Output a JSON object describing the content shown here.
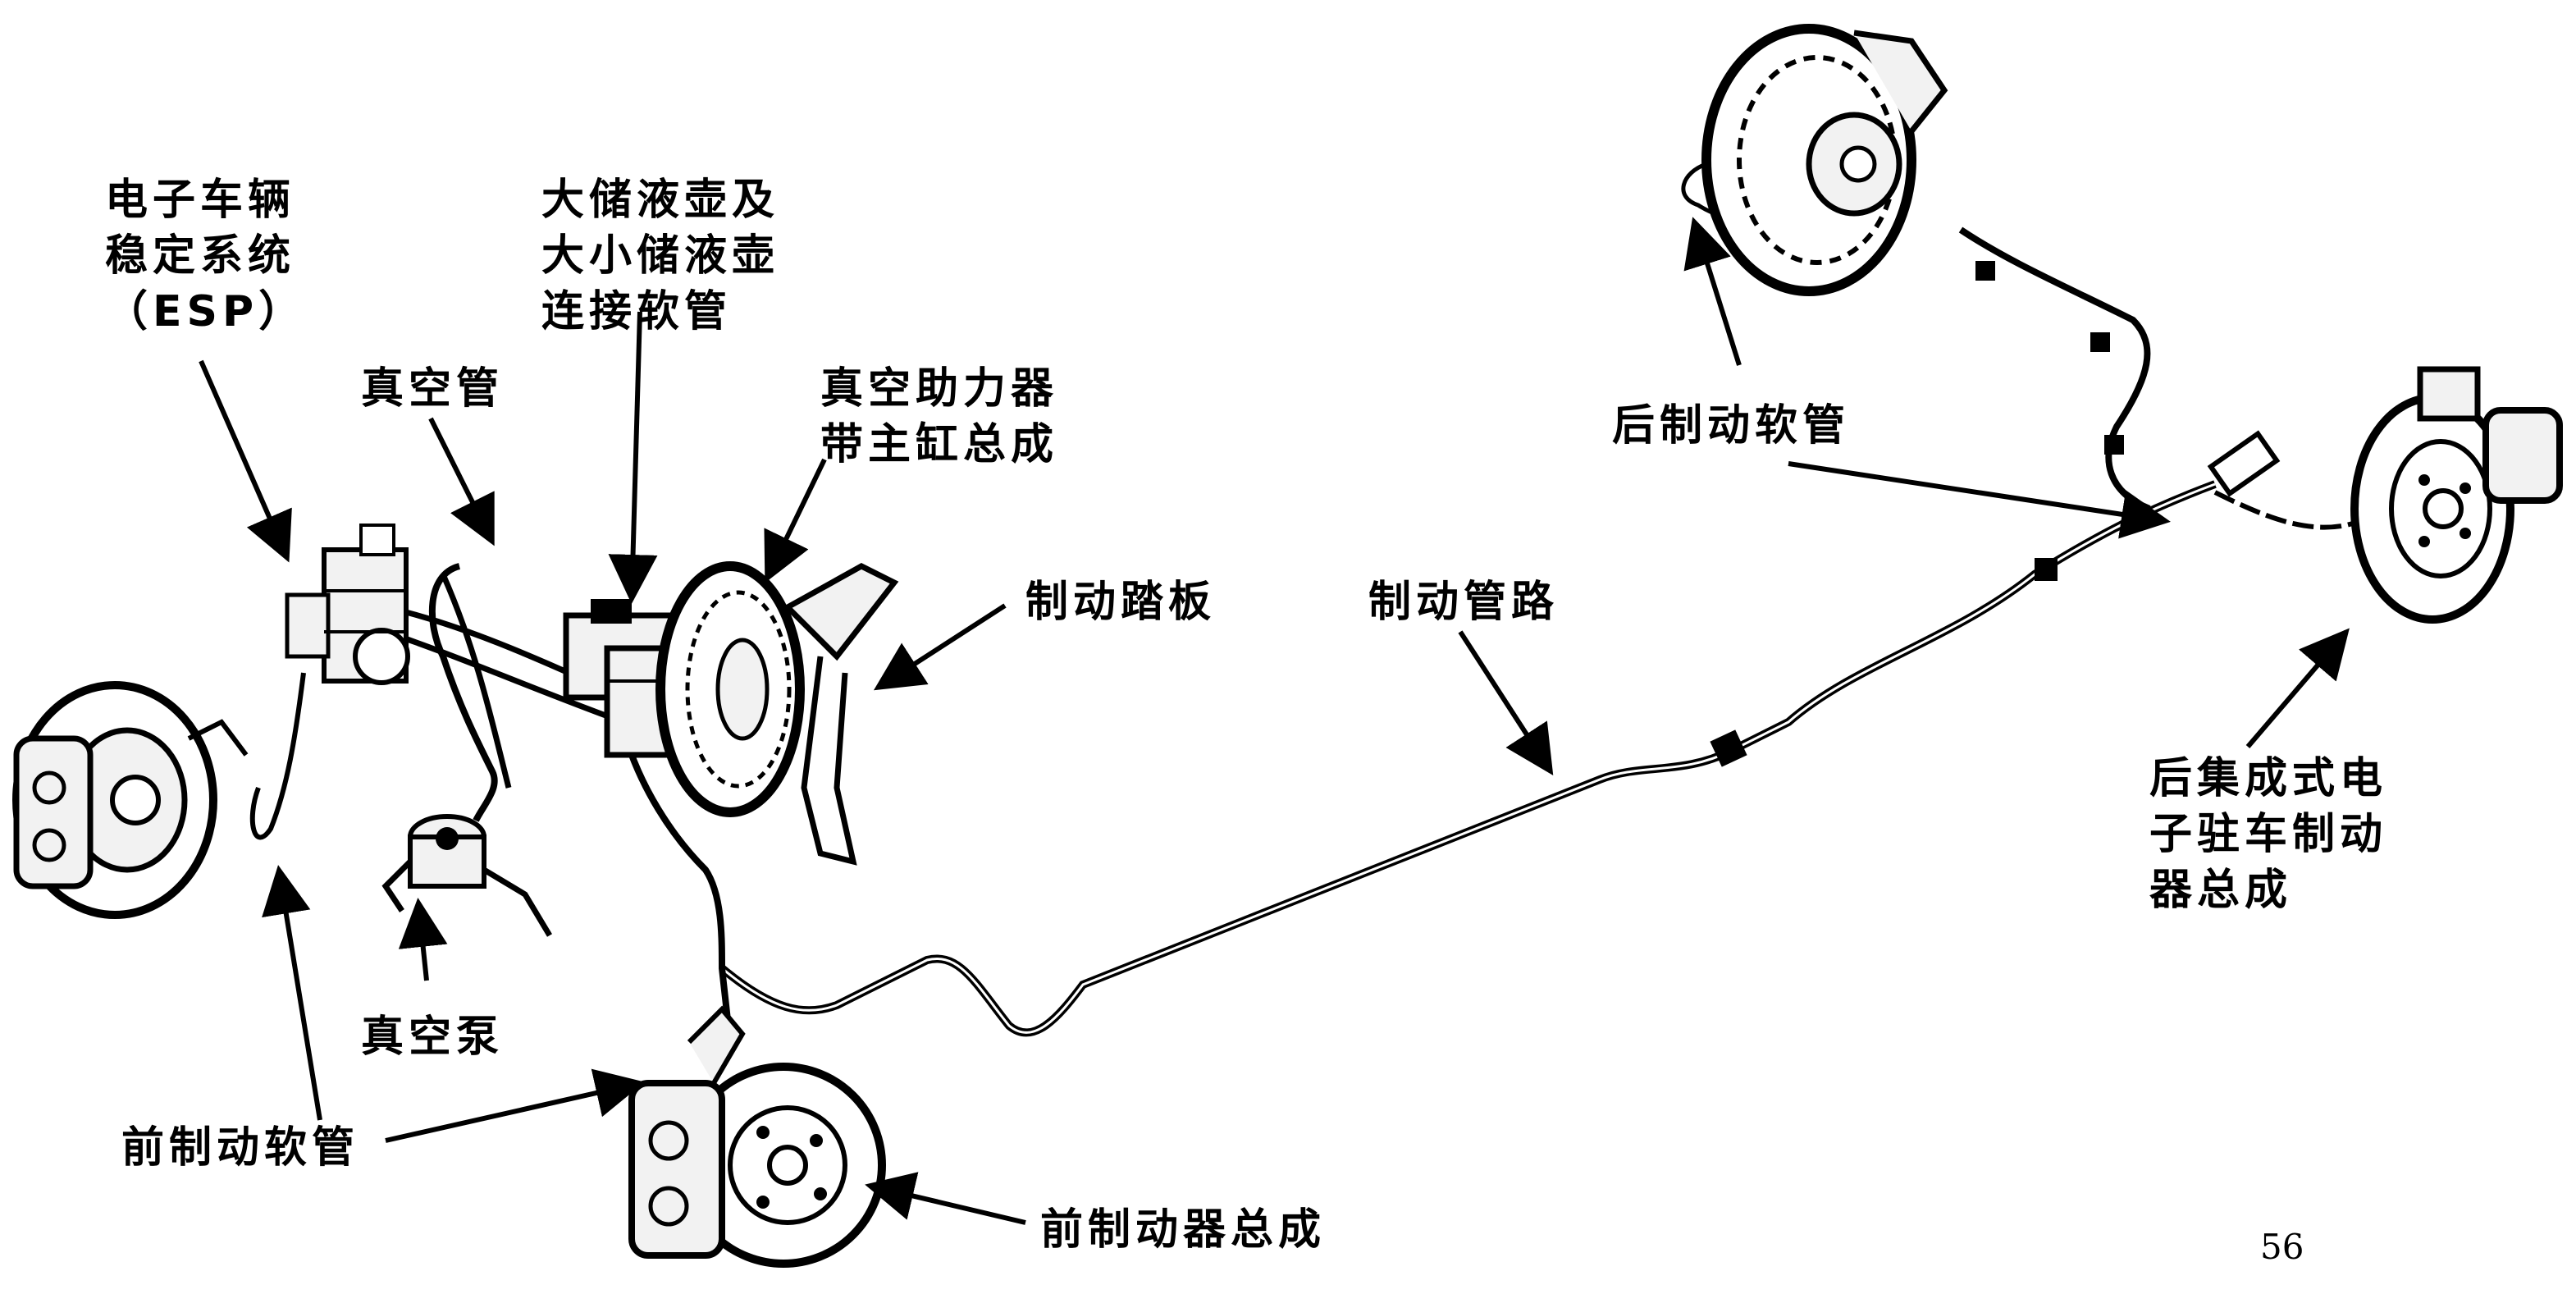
{
  "labels": {
    "esp": [
      "电子车辆",
      "稳定系统",
      "（ESP）"
    ],
    "reservoir": [
      "大储液壶及",
      "大小储液壶",
      "连接软管"
    ],
    "vacuum_hose": [
      "真空管"
    ],
    "booster": [
      "真空助力器",
      "带主缸总成"
    ],
    "brake_pedal": [
      "制动踏板"
    ],
    "brake_line": [
      "制动管路"
    ],
    "rear_hose": [
      "后制动软管"
    ],
    "rear_epb": [
      "后集成式电",
      "子驻车制动",
      "器总成"
    ],
    "vacuum_pump": [
      "真空泵"
    ],
    "front_hose": [
      "前制动软管"
    ],
    "front_brake": [
      "前制动器总成"
    ]
  },
  "page_number": "56",
  "colors": {
    "ink": "#000000",
    "background": "#ffffff",
    "part_fill": "#f2f2f2"
  }
}
